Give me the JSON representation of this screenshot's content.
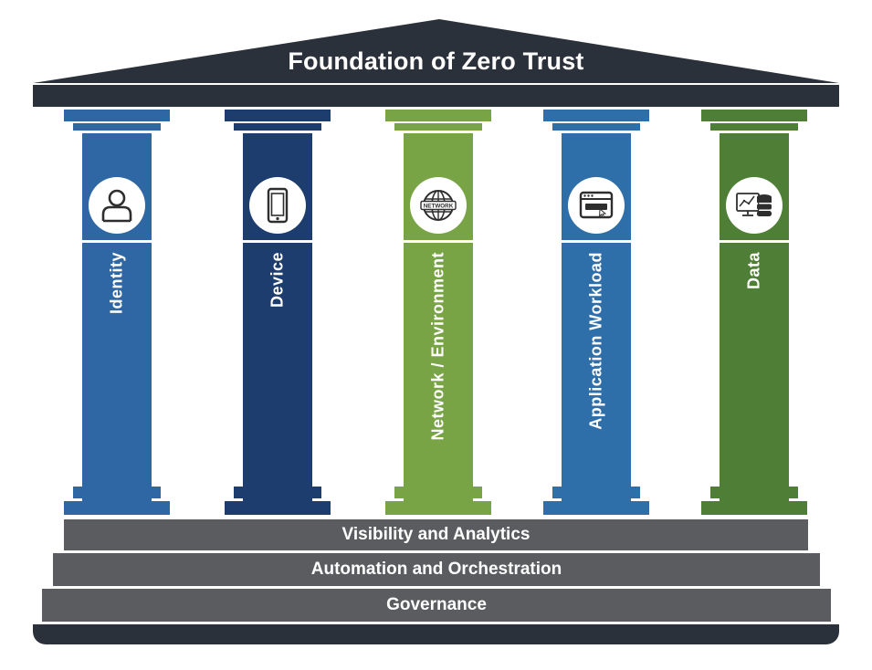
{
  "title": "Foundation of Zero Trust",
  "colors": {
    "roof": "#2b313a",
    "steps": "#5a5c60",
    "blue": "#2f67a4",
    "navy": "#1d3d6e",
    "green": "#6f9a3c",
    "dark_green": "#4d7d33",
    "white": "#ffffff"
  },
  "pillars": [
    {
      "label": "Identity",
      "icon": "user-icon",
      "color": "#2f67a4",
      "dark": "#1f5a97"
    },
    {
      "label": "Device",
      "icon": "mobile-device-icon",
      "color": "#1d3d6e",
      "dark": "#183463"
    },
    {
      "label": "Network / Environment",
      "icon": "network-globe-icon",
      "color": "#78a446",
      "dark": "#5d8b36"
    },
    {
      "label": "Application Workload",
      "icon": "application-window-icon",
      "color": "#2f6fa9",
      "dark": "#2563a0"
    },
    {
      "label": "Data",
      "icon": "data-database-icon",
      "color": "#4f7f36",
      "dark": "#447531"
    }
  ],
  "steps": [
    {
      "label": "Visibility and Analytics"
    },
    {
      "label": "Automation and Orchestration"
    },
    {
      "label": "Governance"
    }
  ],
  "icon_texts": {
    "network_badge": "NETWORK"
  }
}
